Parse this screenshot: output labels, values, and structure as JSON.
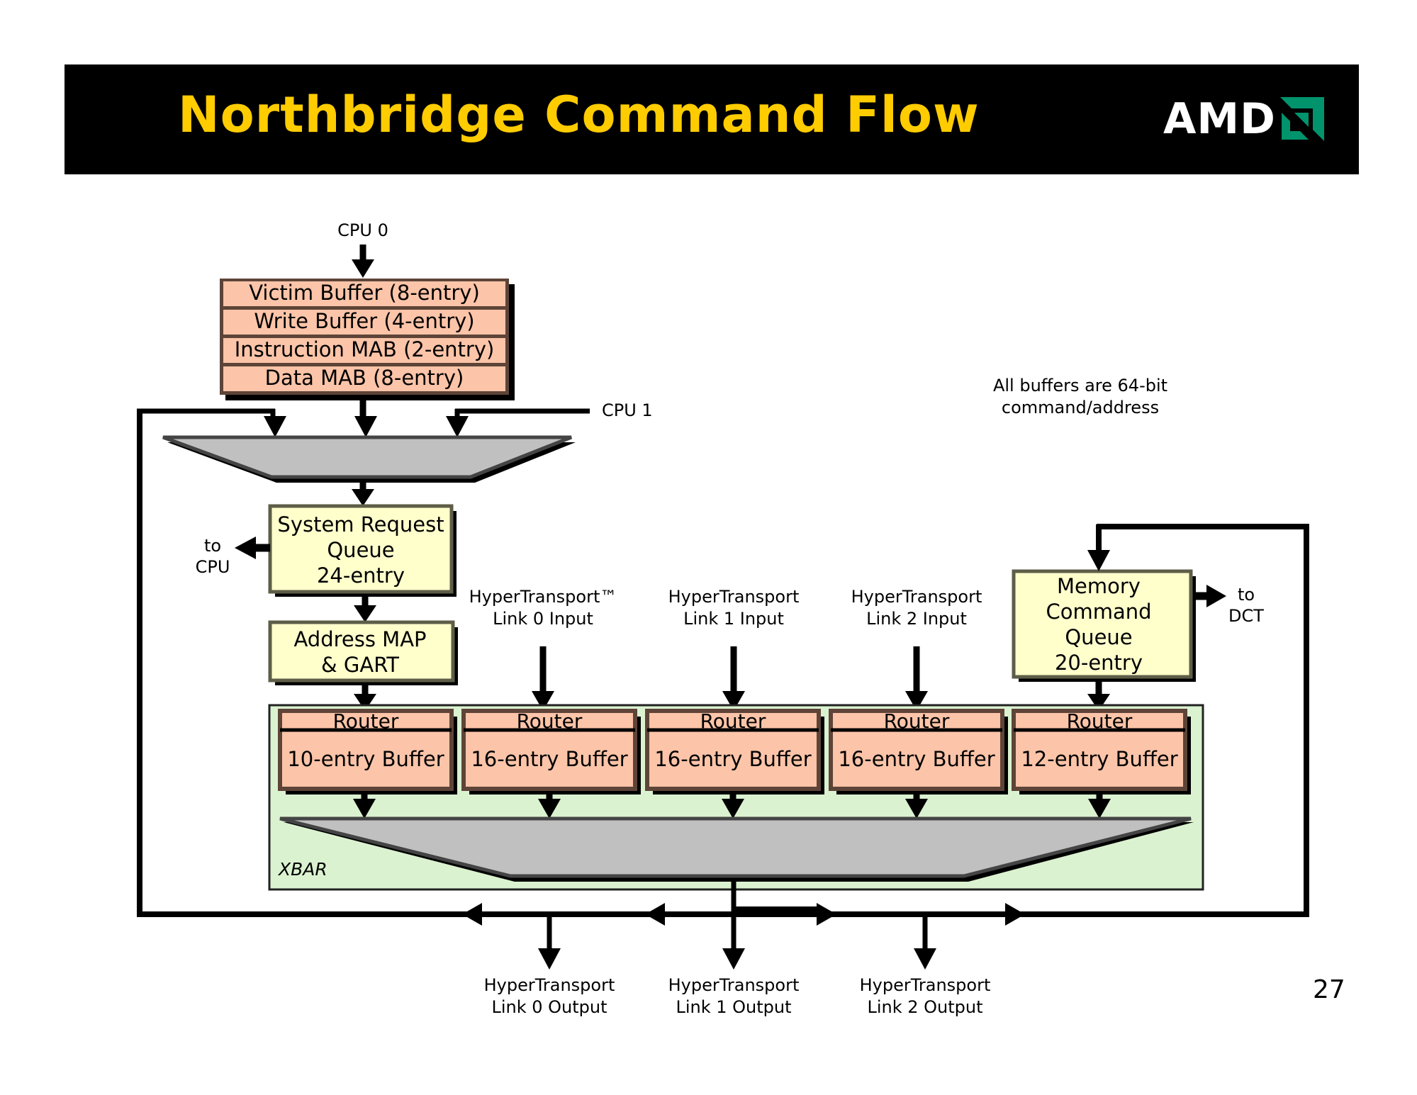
{
  "header": {
    "title": "Northbridge Command Flow",
    "logo_text": "AMD",
    "title_color": "#ffcc00",
    "logo_accent_color": "#00936c"
  },
  "diagram": {
    "cpu0_label": "CPU 0",
    "cpu1_label": "CPU 1",
    "cpu_buffers": [
      "Victim Buffer (8-entry)",
      "Write Buffer (4-entry)",
      "Instruction MAB (2-entry)",
      "Data MAB (8-entry)"
    ],
    "system_request_queue": [
      "System Request",
      "Queue",
      "24-entry"
    ],
    "to_cpu": [
      "to",
      "CPU"
    ],
    "address_map": [
      "Address MAP",
      "& GART"
    ],
    "ht_inputs": [
      [
        "HyperTransport™",
        "Link 0 Input"
      ],
      [
        "HyperTransport",
        "Link 1 Input"
      ],
      [
        "HyperTransport",
        "Link 2 Input"
      ]
    ],
    "memory_command_queue": [
      "Memory",
      "Command",
      "Queue",
      "20-entry"
    ],
    "to_dct": [
      "to",
      "DCT"
    ],
    "note": [
      "All buffers are 64-bit",
      "command/address"
    ],
    "routers": [
      {
        "title": "Router",
        "buffer": "10-entry Buffer"
      },
      {
        "title": "Router",
        "buffer": "16-entry Buffer"
      },
      {
        "title": "Router",
        "buffer": "16-entry Buffer"
      },
      {
        "title": "Router",
        "buffer": "16-entry Buffer"
      },
      {
        "title": "Router",
        "buffer": "12-entry Buffer"
      }
    ],
    "xbar_label": "XBAR",
    "ht_outputs": [
      [
        "HyperTransport",
        "Link 0 Output"
      ],
      [
        "HyperTransport",
        "Link 1 Output"
      ],
      [
        "HyperTransport",
        "Link 2 Output"
      ]
    ],
    "colors": {
      "buffer_fill": "#fcc4a8",
      "buffer_border": "#5e4438",
      "queue_fill": "#ffffcc",
      "queue_border": "#5e5e48",
      "xbar_fill": "#dbf2d0",
      "mux_fill": "#c0c0c0"
    }
  },
  "page_number": "27"
}
